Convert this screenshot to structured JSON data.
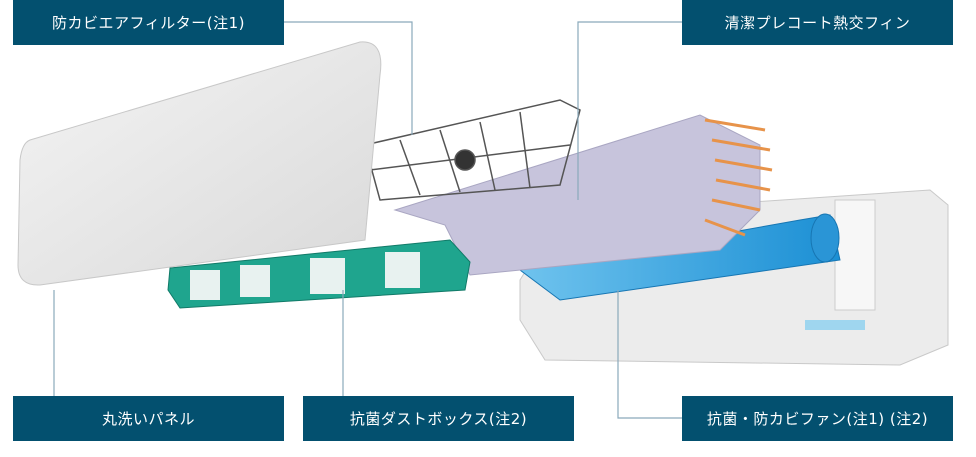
{
  "labels": {
    "filter": "防カビエアフィルター(注1)",
    "fin": "清潔プレコート熱交フィン",
    "panel": "丸洗いパネル",
    "dustbox": "抗菌ダストボックス(注2)",
    "fan": "抗菌・防カビファン(注1) (注2)"
  },
  "colors": {
    "label_bg": "#03506f",
    "leader_line": "#8aa9bb"
  }
}
